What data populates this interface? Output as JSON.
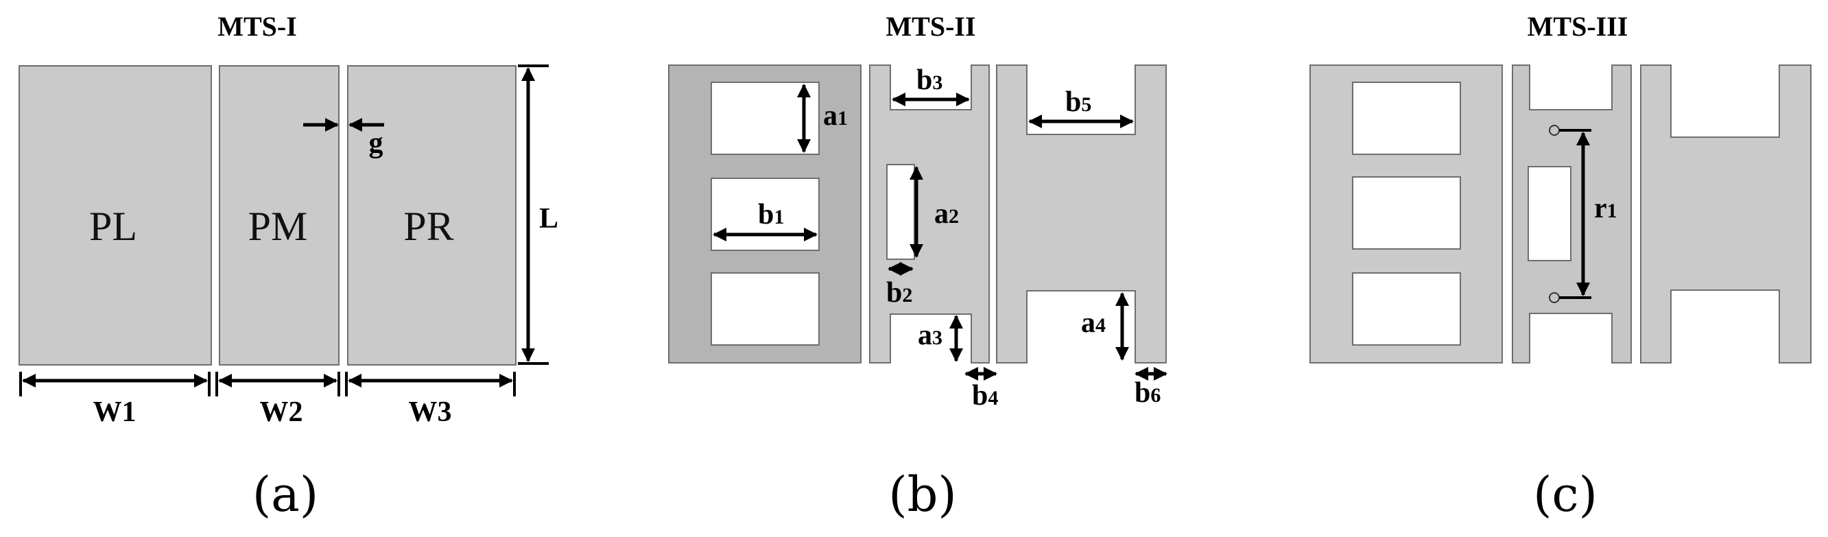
{
  "panels": [
    {
      "title": "MTS-I",
      "caption": "(a)",
      "patch_labels": [
        "PL",
        "PM",
        "PR"
      ],
      "dimensions": {
        "w1": "W1",
        "w2": "W2",
        "w3": "W3",
        "l": "L",
        "g": "g"
      }
    },
    {
      "title": "MTS-II",
      "caption": "(b)",
      "dimensions": {
        "a1": {
          "base": "a",
          "sub": "1"
        },
        "a2": {
          "base": "a",
          "sub": "2"
        },
        "a3": {
          "base": "a",
          "sub": "3"
        },
        "a4": {
          "base": "a",
          "sub": "4"
        },
        "b1": {
          "base": "b",
          "sub": "1"
        },
        "b2": {
          "base": "b",
          "sub": "2"
        },
        "b3": {
          "base": "b",
          "sub": "3"
        },
        "b4": {
          "base": "b",
          "sub": "4"
        },
        "b5": {
          "base": "b",
          "sub": "5"
        },
        "b6": {
          "base": "b",
          "sub": "6"
        }
      }
    },
    {
      "title": "MTS-III",
      "caption": "(c)",
      "dimensions": {
        "r1": {
          "base": "r",
          "sub": "1"
        }
      }
    }
  ],
  "colors": {
    "patch_fill": "#cacaca",
    "patch_dark": "#b4b4b4",
    "outline": "#6e6e6e",
    "dimension_line": "#000000"
  }
}
